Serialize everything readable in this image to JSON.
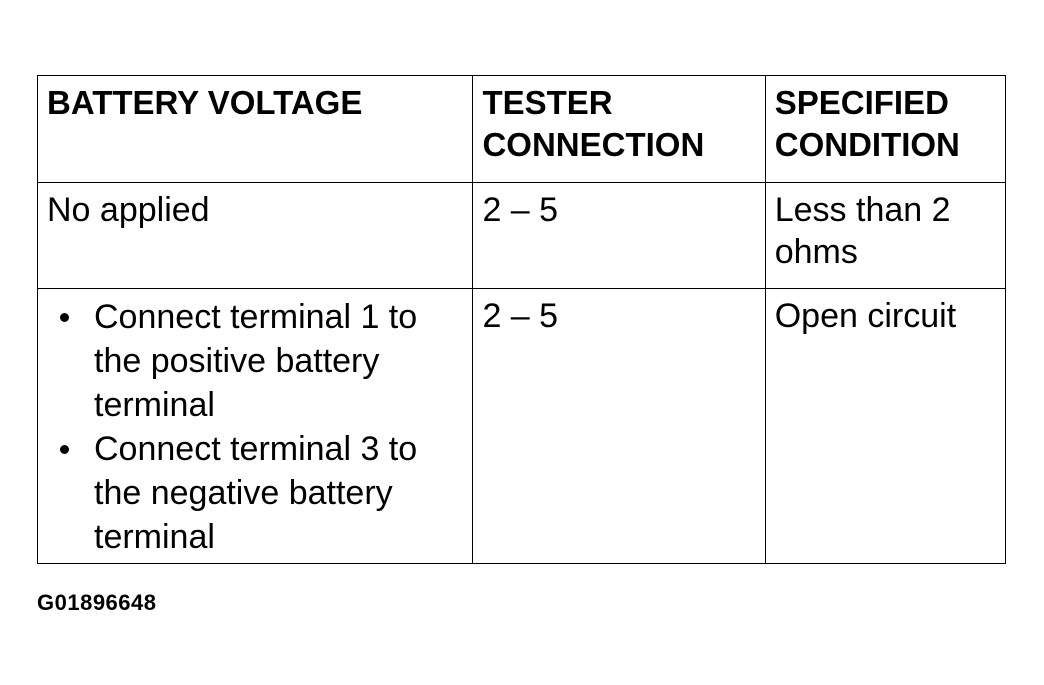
{
  "table": {
    "headers": [
      "BATTERY VOLTAGE",
      "TESTER CONNECTION",
      "SPECIFIED CONDITION"
    ],
    "rows": [
      {
        "battery_voltage": "No applied",
        "tester_connection": "2 – 5",
        "specified_condition": "Less than 2 ohms"
      },
      {
        "battery_voltage_steps": [
          "Connect terminal 1 to the positive battery terminal",
          "Connect terminal 3 to the negative battery terminal"
        ],
        "tester_connection": "2 – 5",
        "specified_condition": "Open circuit"
      }
    ]
  },
  "figure_id": "G01896648"
}
